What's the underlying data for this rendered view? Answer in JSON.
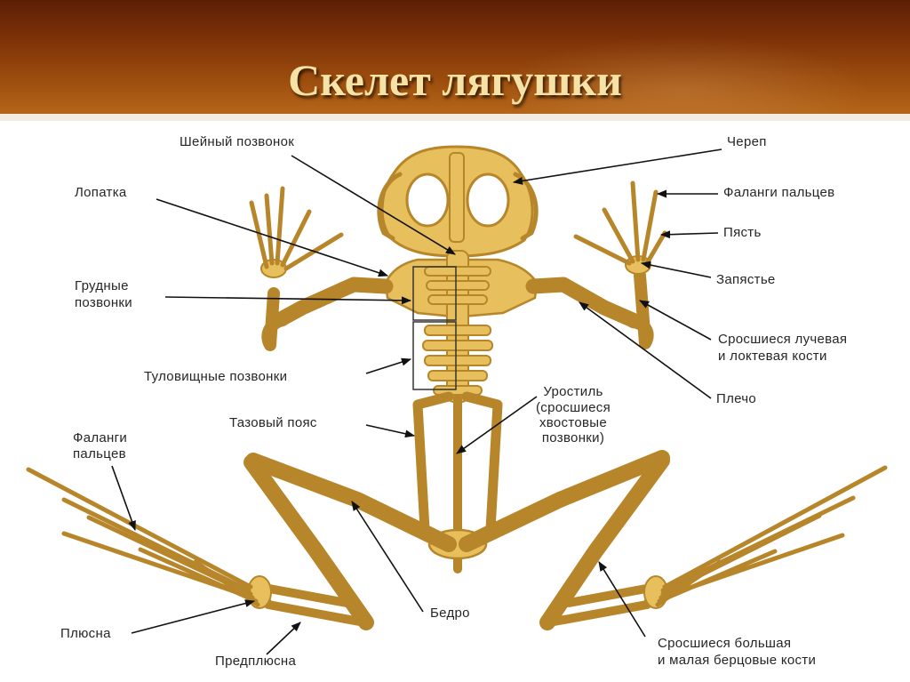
{
  "title": "Скелет лягушки",
  "labels": {
    "cervical": "Шейный позвонок",
    "skull": "Череп",
    "scapula": "Лопатка",
    "phalanges_hand": "Фаланги пальцев",
    "metacarpus": "Пясть",
    "carpus": "Запястье",
    "thoracic_1": "Грудные",
    "thoracic_2": "позвонки",
    "radioulna_1": "Сросшиеся лучевая",
    "radioulna_2": "и локтевая кости",
    "trunk": "Туловищные позвонки",
    "humerus": "Плечо",
    "urostyle_1": "Уростиль",
    "urostyle_2": "(сросшиеся",
    "urostyle_3": "хвостовые",
    "urostyle_4": "позвонки)",
    "pelvis": "Тазовый пояс",
    "phalanges_foot_1": "Фаланги",
    "phalanges_foot_2": "пальцев",
    "femur": "Бедро",
    "metatarsus": "Плюсна",
    "tarsus": "Предплюсна",
    "tibiofibula_1": "Сросшиеся большая",
    "tibiofibula_2": "и малая берцовые кости"
  },
  "colors": {
    "bone": "#e7bf5c",
    "bone_edge": "#b8862a",
    "arrow": "#111111",
    "title": "#f6e2a4"
  }
}
